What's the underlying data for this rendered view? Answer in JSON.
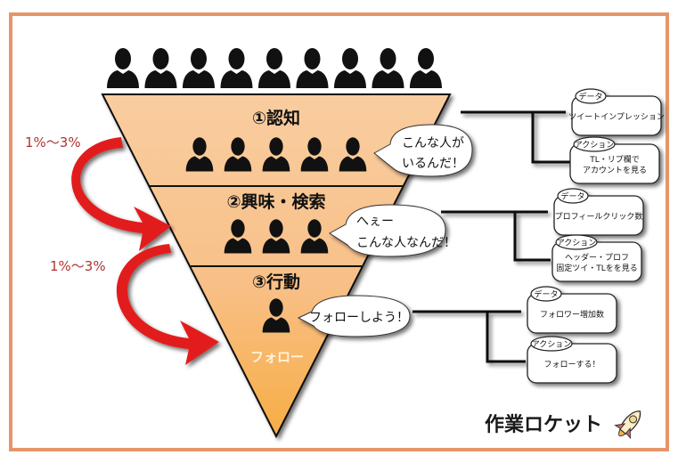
{
  "colors": {
    "frame": "#e6956a",
    "funnel_top": "#f8c898",
    "funnel_bottom": "#f7b04a",
    "arrow": "#e02020",
    "percent_text": "#b03434",
    "person": "#111111"
  },
  "top_audience": {
    "icon": "person-icon",
    "count": 9
  },
  "stages": [
    {
      "title": "①認知",
      "people_count": 5,
      "bubble": [
        "こんな人が",
        "いるんだ！"
      ],
      "data_tag": "データ",
      "data_text": [
        "ツイートインプレッション"
      ],
      "action_tag": "アクション",
      "action_text": [
        "TL・リプ欄で",
        "アカウントを見る"
      ]
    },
    {
      "title": "②興味・検索",
      "people_count": 3,
      "bubble": [
        "へぇー",
        "こんな人なんだ！"
      ],
      "data_tag": "データ",
      "data_text": [
        "プロフィールクリック数"
      ],
      "action_tag": "アクション",
      "action_text": [
        "ヘッダー・プロフ",
        "固定ツイ・TLをを見る"
      ]
    },
    {
      "title": "③行動",
      "people_count": 1,
      "bubble": [
        "フォローしよう！"
      ],
      "label": "フォロー",
      "data_tag": "データ",
      "data_text": [
        "フォロワー増加数"
      ],
      "action_tag": "アクション",
      "action_text": [
        "フォローする！"
      ]
    }
  ],
  "conversions": [
    {
      "label": "1%〜3%",
      "icon": "curved-arrow-icon"
    },
    {
      "label": "1%〜3%",
      "icon": "curved-arrow-icon"
    }
  ],
  "brand": {
    "name": "作業ロケット",
    "icon": "rocket-icon"
  }
}
